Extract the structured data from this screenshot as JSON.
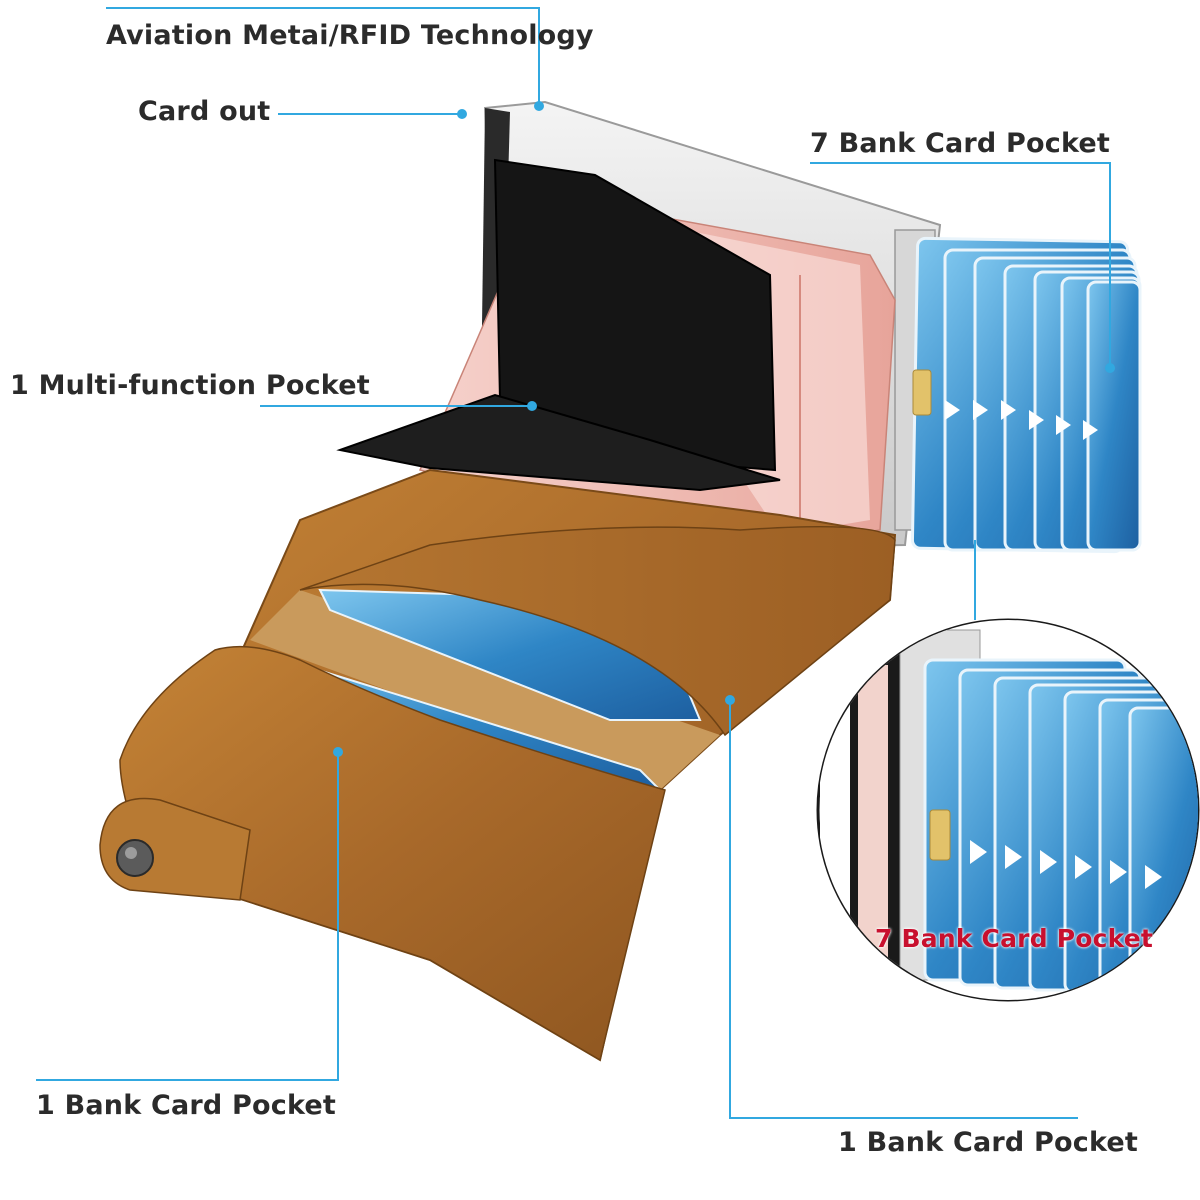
{
  "labels": {
    "aviation": "Aviation Metai/RFID Technology",
    "card_out": "Card out",
    "seven_pocket": "7 Bank Card Pocket",
    "multi_pocket": "1 Multi-function Pocket",
    "one_pocket_left": "1  Bank Card Pocket",
    "one_pocket_right": "1  Bank Card Pocket",
    "inset_label": "7 Bank Card Pocket"
  },
  "colors": {
    "callout_line": "#31a8e0",
    "leather": "#b0712e",
    "card_blue": "#2f86c6",
    "inset_label": "#c8102e"
  }
}
